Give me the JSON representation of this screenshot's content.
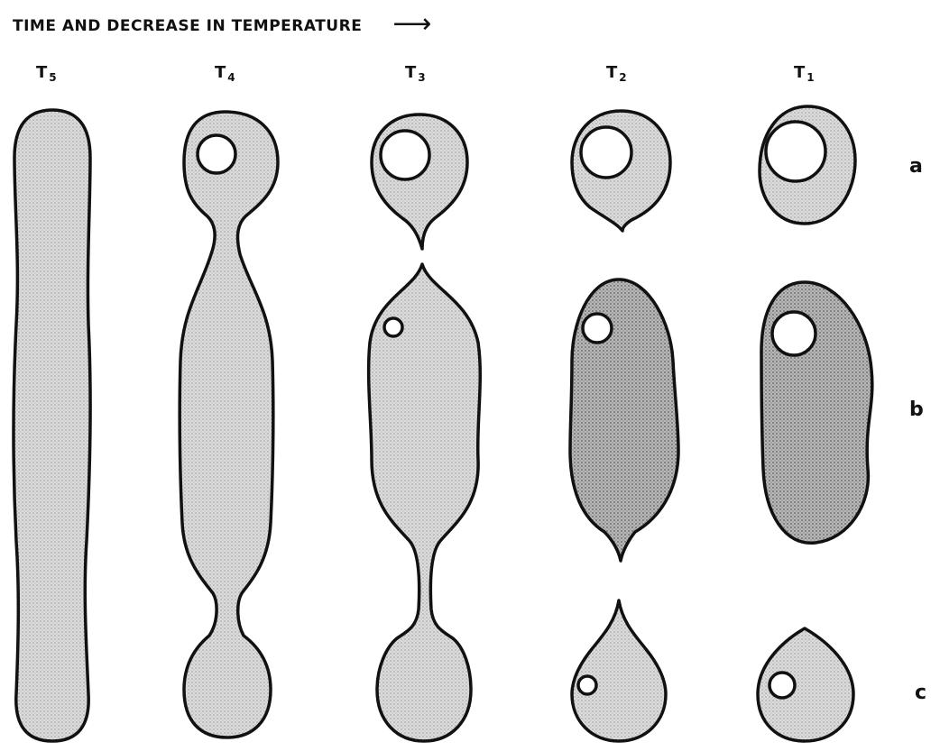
{
  "header": {
    "text": "TIME AND DECREASE IN TEMPERATURE",
    "arrow": "⟶"
  },
  "columns": [
    {
      "base": "T",
      "sub": "5"
    },
    {
      "base": "T",
      "sub": "4"
    },
    {
      "base": "T",
      "sub": "3"
    },
    {
      "base": "T",
      "sub": "2"
    },
    {
      "base": "T",
      "sub": "1"
    }
  ],
  "rows": [
    {
      "label": "a"
    },
    {
      "label": "b"
    },
    {
      "label": "c"
    }
  ],
  "colors": {
    "outline": "#111111",
    "fill_light": "#d4d4d4",
    "fill_dark": "#a8a8a8",
    "bubble": "#ffffff"
  }
}
